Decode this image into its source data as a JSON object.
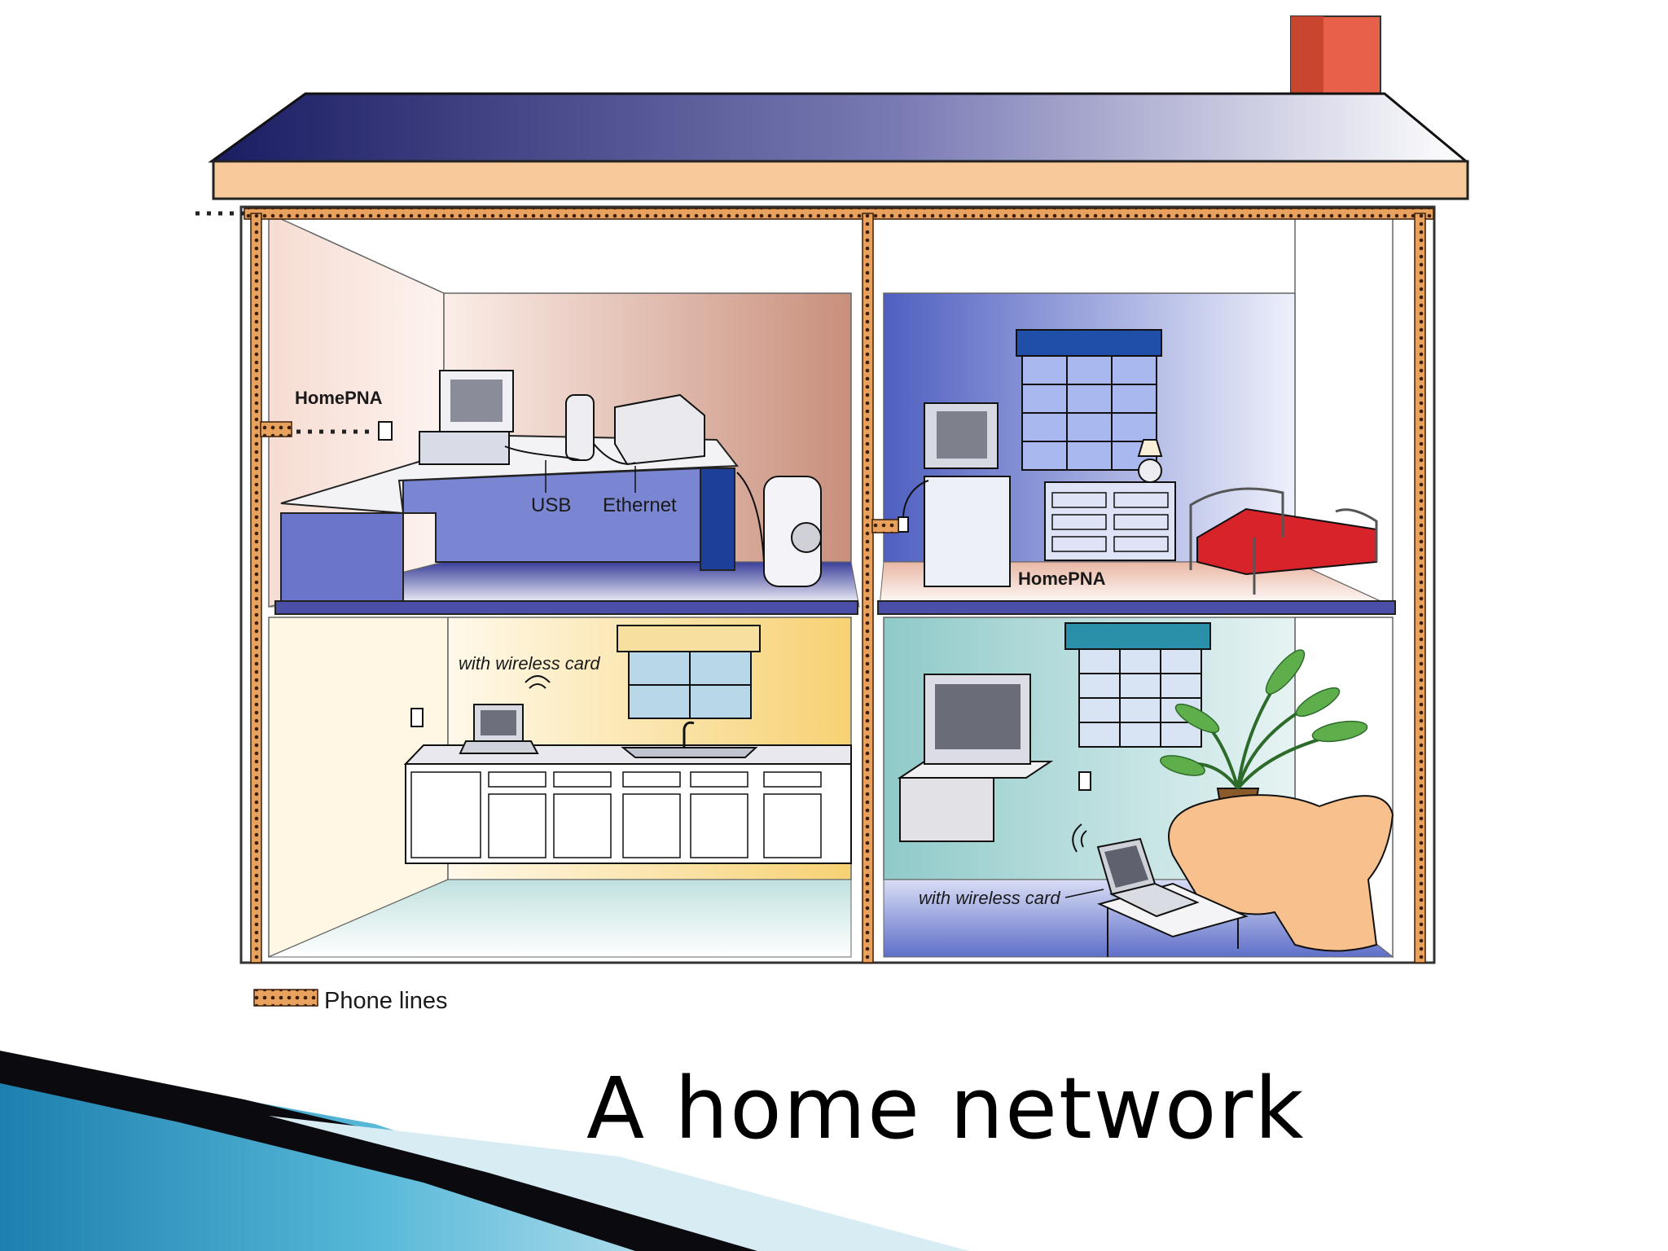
{
  "slide": {
    "title": "A home network"
  },
  "diagram": {
    "labels": {
      "homepna_office": "HomePNA",
      "usb": "USB",
      "ethernet": "Ethernet",
      "homepna_bedroom": "HomePNA",
      "wireless_kitchen": "with wireless card",
      "wireless_living": "with wireless card"
    },
    "legend": {
      "phone_lines": "Phone lines"
    }
  },
  "colors": {
    "phone_line": "#e8a25e",
    "phone_line_dots": "#3b1f0a",
    "roof_dark": "#1b1d63",
    "roof_light": "#ffffff",
    "chimney": "#e8604a",
    "office_wall": "#d6a08f",
    "bedroom_wall": "#5f6fc8",
    "kitchen_wall": "#f7d880",
    "living_wall": "#6fb7b8",
    "accent_blue": "#2a8fb8"
  }
}
